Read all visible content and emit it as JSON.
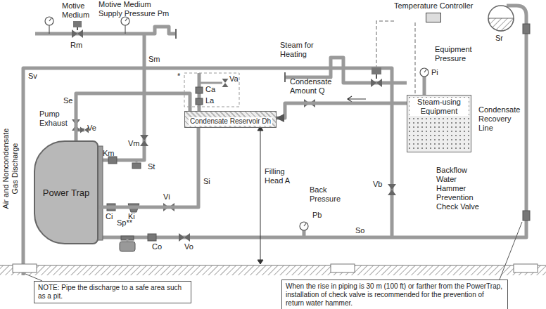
{
  "diagram": {
    "nodes": [
      {
        "text": [
          "Power Trap"
        ]
      },
      {
        "text": [
          "Condensate Reservoir Dh"
        ]
      },
      {
        "text": [
          "Steam-using Equipment"
        ]
      },
      {
        "text": [
          "Temperature Controller"
        ]
      },
      {
        "text": [
          "NOTE: Pipe the discharge to a safe area such as a pit."
        ]
      },
      {
        "text": [
          "When the rise in piping is 30 m (100 ft) or farther from the PowerTrap, installation of check valve is recommended for the prevention of return water hammer."
        ]
      }
    ],
    "edges": [
      {
        "from": 1,
        "to": 0,
        "arrow": "none"
      },
      {
        "from": 0,
        "to": 1,
        "arrow": "none"
      },
      {
        "from": 2,
        "to": 1,
        "label": "Condensate Amount Q",
        "arrow": "to"
      },
      {
        "from": 3,
        "to": 2,
        "arrow": "none"
      }
    ],
    "labels": [
      "Motive Medium",
      "Motive Medium Supply Pressure Pm",
      "Rm",
      "Sv",
      "Sm",
      "Steam for Heating",
      "Equipment Pressure",
      "Pi",
      "*",
      "Va",
      "Ca",
      "La",
      "Se",
      "Pump Exhaust",
      "Ve",
      "Air and Noncondensate Gas Discharge",
      "Km",
      "Vm",
      "St",
      "Ci",
      "Ki",
      "Vi",
      "Si",
      "Filling Head A",
      "Back Pressure",
      "Pb",
      "Vb",
      "So",
      "Sp**",
      "Co",
      "Vo",
      "Condensate Recovery Line",
      "Backflow Water Hammer Prevention Check Valve",
      "Sr"
    ]
  }
}
